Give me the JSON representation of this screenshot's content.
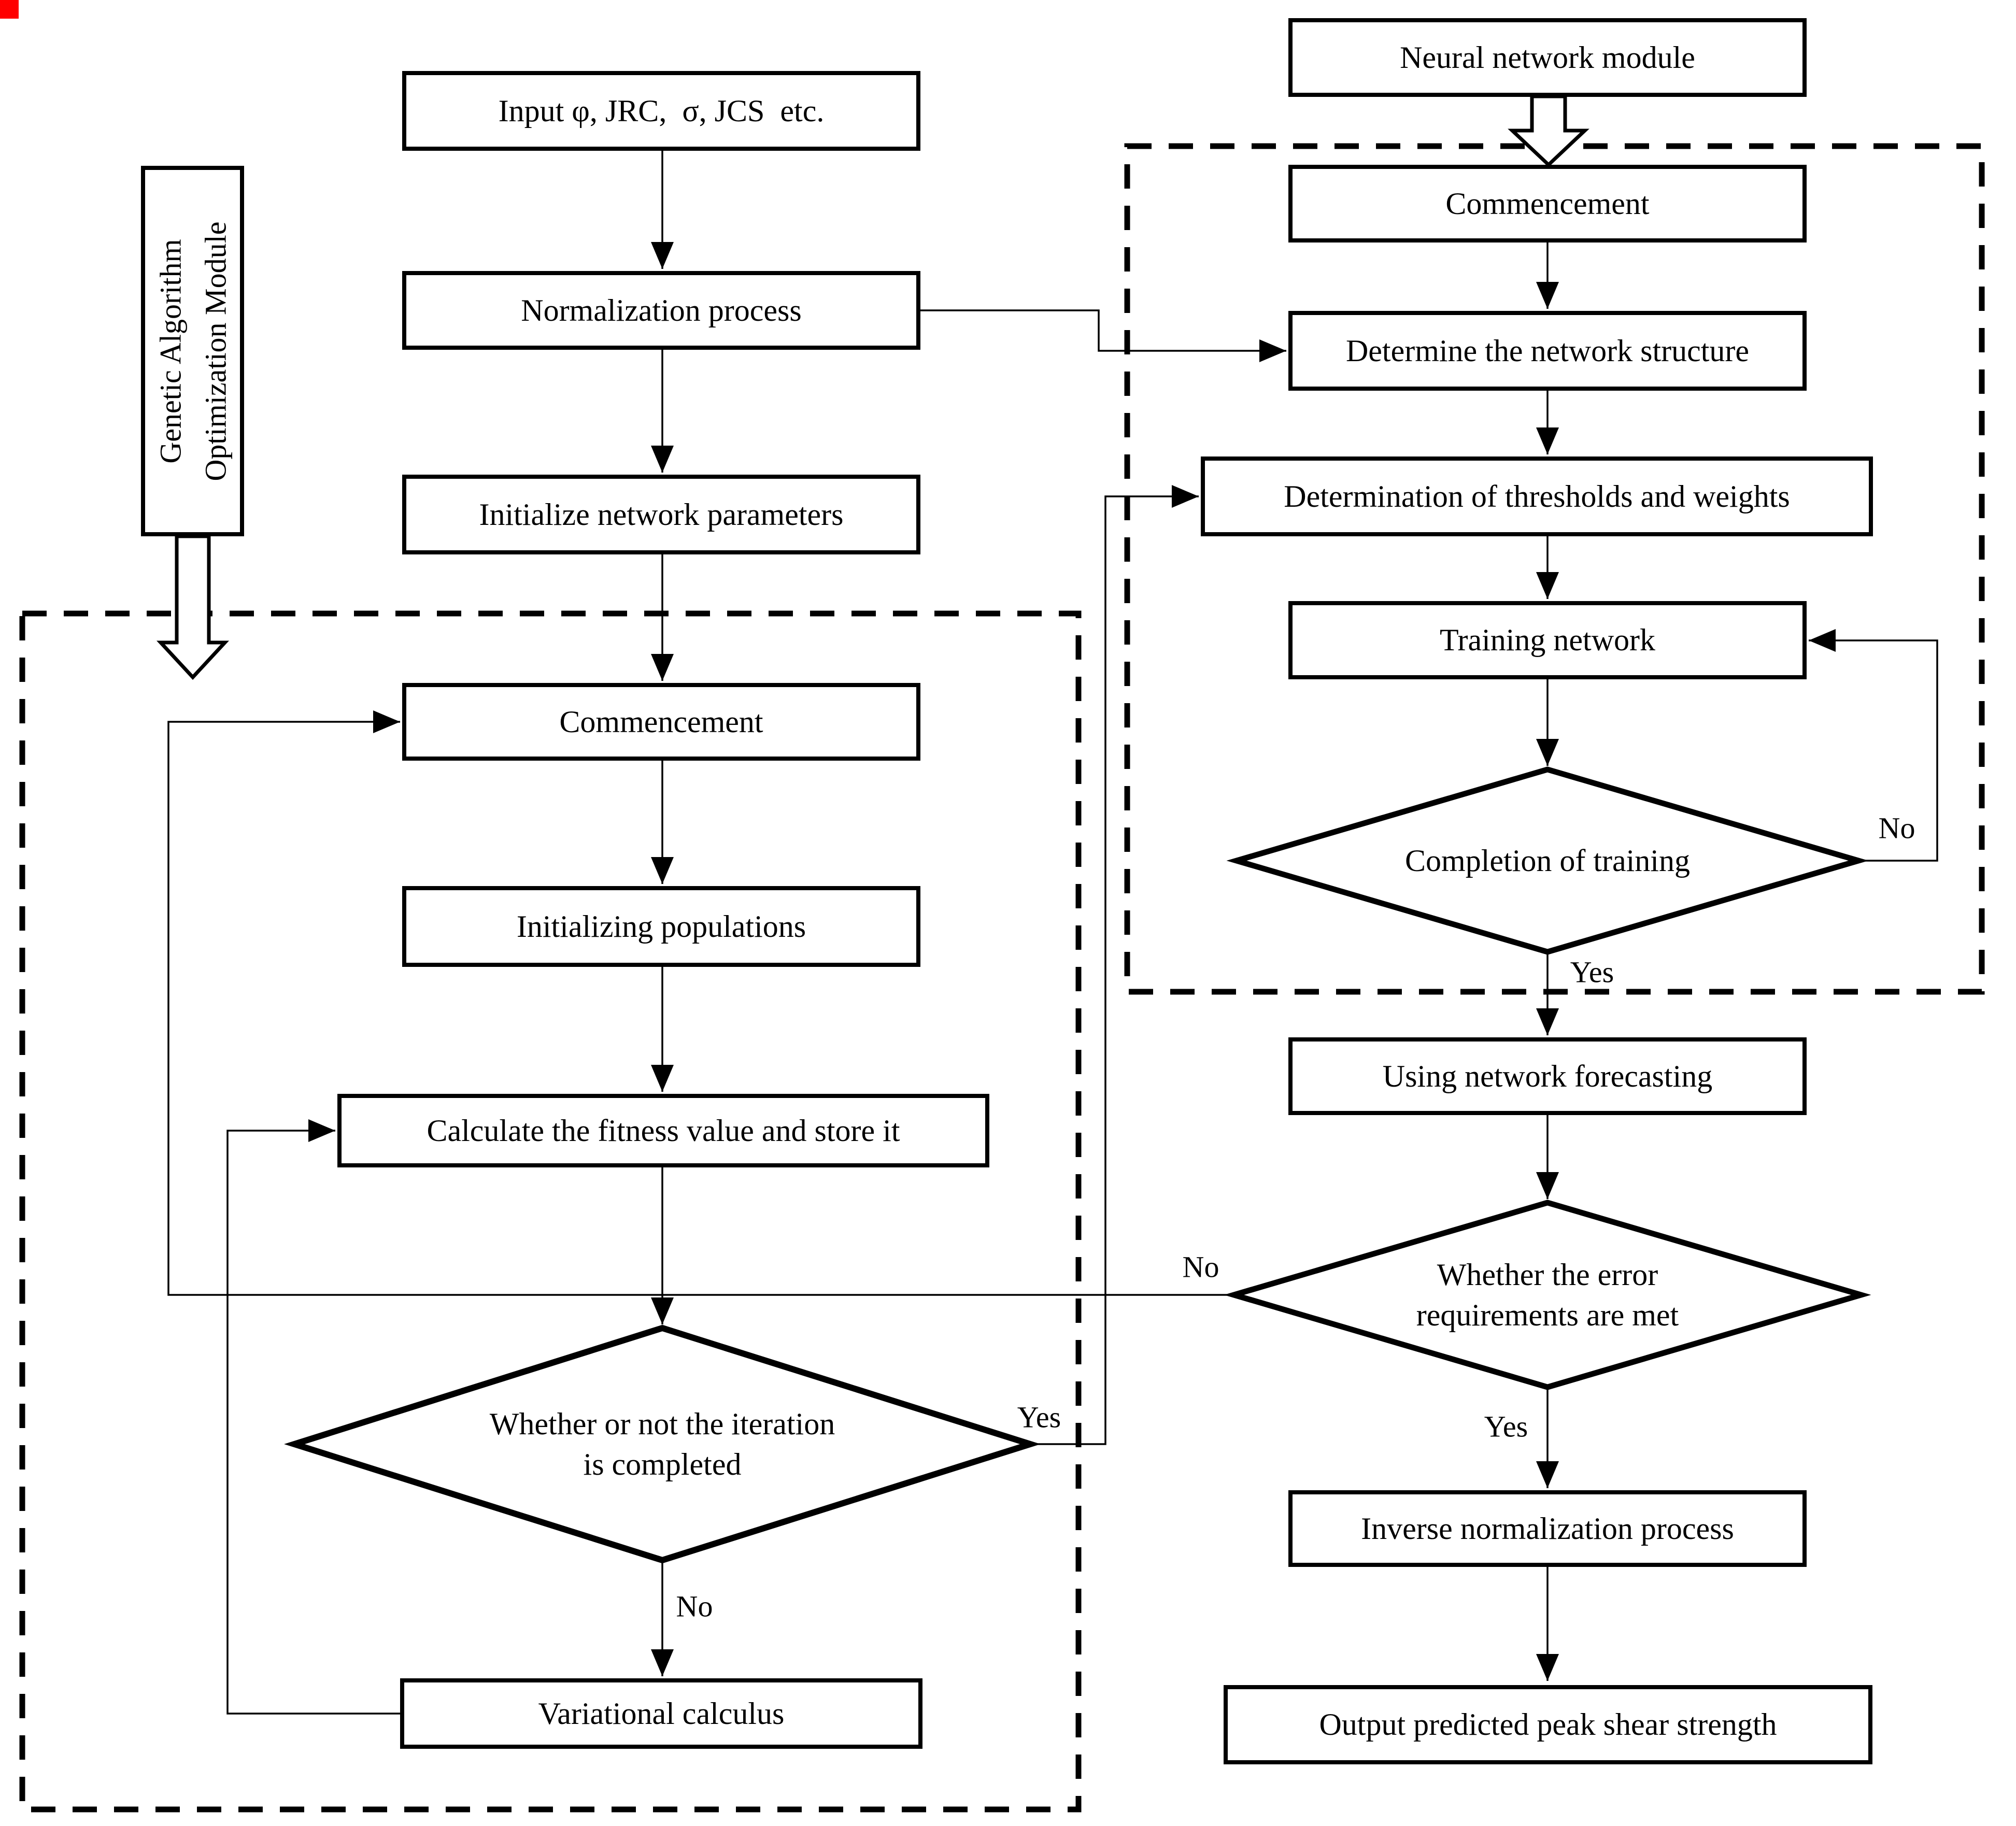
{
  "page": {
    "background": "#ffffff",
    "ink": "#000000",
    "artifact_red": "#ff0000"
  },
  "preprocess": {
    "input": "Input φ, JRC,  σ, JCS  etc.",
    "normalization": "Normalization process",
    "init_params": "Initialize network parameters"
  },
  "ga_module": {
    "label_line1": "Genetic Algorithm",
    "label_line2": "Optimization Module",
    "commencement": "Commencement",
    "init_populations": "Initializing populations",
    "calc_fitness": "Calculate the fitness value and store it",
    "iteration_diamond_line1": "Whether or not the iteration",
    "iteration_diamond_line2": "is completed",
    "variational": "Variational calculus",
    "iteration_no": "No",
    "iteration_yes": "Yes"
  },
  "nn_module": {
    "title": "Neural network module",
    "commencement": "Commencement",
    "determine_structure": "Determine the network structure",
    "det_thresholds": "Determination of thresholds and weights",
    "training": "Training network",
    "completion_diamond": "Completion of training",
    "training_no": "No",
    "training_yes": "Yes",
    "using_forecast": "Using network forecasting",
    "error_diamond_line1": "Whether the error",
    "error_diamond_line2": "requirements are met",
    "error_no": "No",
    "error_yes": "Yes",
    "inverse_norm": "Inverse normalization process",
    "output": "Output predicted peak shear strength"
  }
}
